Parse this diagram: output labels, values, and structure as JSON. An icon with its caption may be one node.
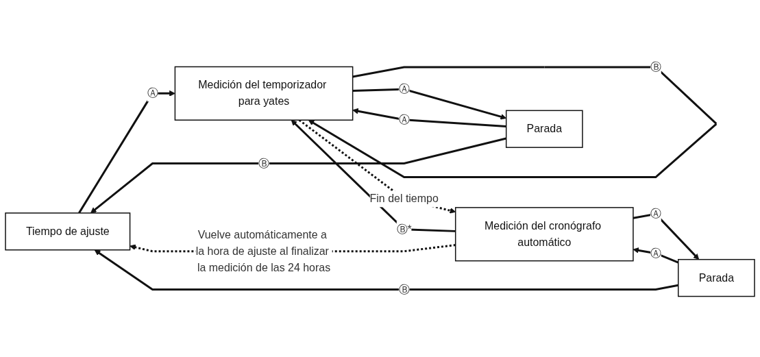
{
  "diagram": {
    "nodes": [
      {
        "text": [
          "Tiempo de ajuste"
        ]
      },
      {
        "text": [
          "Medición del temporizador para yates"
        ]
      },
      {
        "text": [
          "Medición del cronógrafo automático"
        ]
      },
      {
        "text": [
          "Parada"
        ]
      },
      {
        "text": [
          "Parada"
        ]
      }
    ],
    "edges": [
      {
        "from": 0,
        "to": 1,
        "arrow": "to",
        "label": "Ⓐ"
      },
      {
        "from": 1,
        "to": 1,
        "arrow": "to",
        "label": "Ⓑ"
      },
      {
        "from": 1,
        "to": 2,
        "arrow": "to",
        "label": "Fin del tiempo",
        "style": "dashed"
      },
      {
        "from": 2,
        "to": 1,
        "arrow": "to",
        "label": "Ⓑ*"
      },
      {
        "from": 2,
        "to": 0,
        "arrow": "to",
        "label": "Vuelve automáticamente a la hora de ajuste al finalizar la medición de las 24 horas",
        "style": "dashed"
      },
      {
        "from": 1,
        "to": 3,
        "arrow": "to",
        "label": "Ⓐ"
      },
      {
        "from": 3,
        "to": 1,
        "arrow": "to",
        "label": "Ⓐ"
      },
      {
        "from": 3,
        "to": 0,
        "arrow": "to",
        "label": "Ⓑ"
      },
      {
        "from": 2,
        "to": 4,
        "arrow": "to",
        "label": "Ⓐ"
      },
      {
        "from": 4,
        "to": 2,
        "arrow": "to",
        "label": "Ⓐ"
      },
      {
        "from": 4,
        "to": 0,
        "arrow": "to",
        "label": "Ⓑ"
      }
    ]
  }
}
